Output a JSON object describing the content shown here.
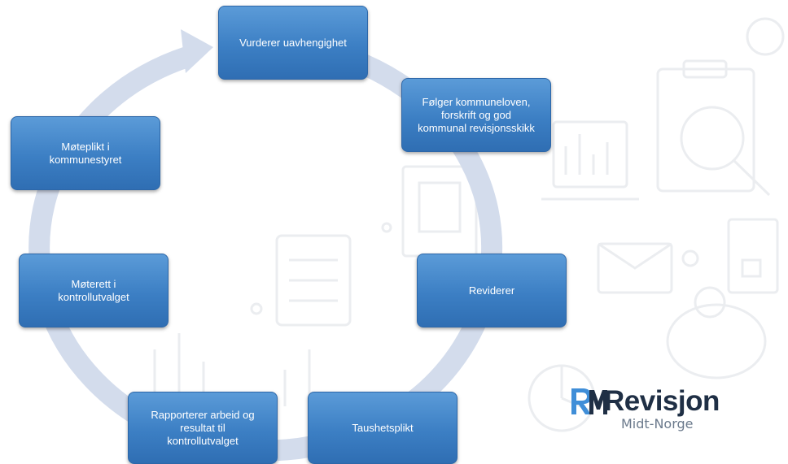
{
  "cycle": {
    "items": [
      {
        "id": "b1",
        "label": "Vurderer uavhengighet"
      },
      {
        "id": "b2",
        "label": "Følger kommuneloven,\nforskrift og god\nkommunal revisjonsskikk"
      },
      {
        "id": "b3",
        "label": "Reviderer"
      },
      {
        "id": "b4",
        "label": "Taushetsplikt"
      },
      {
        "id": "b5",
        "label": "Rapporterer arbeid og\nresultat til\nkontrollutvalget"
      },
      {
        "id": "b6",
        "label": "Møterett i\nkontrollutvalget"
      },
      {
        "id": "b7",
        "label": "Møteplikt i\nkommunestyret"
      }
    ]
  },
  "logo": {
    "name": "Revisjon",
    "sub": "Midt-Norge",
    "mark_letters": "RM"
  },
  "colors": {
    "box": "#3c7fc4",
    "ring": "#d3dcec",
    "logo_dark": "#1f2f45",
    "logo_accent": "#3f8ed8"
  }
}
